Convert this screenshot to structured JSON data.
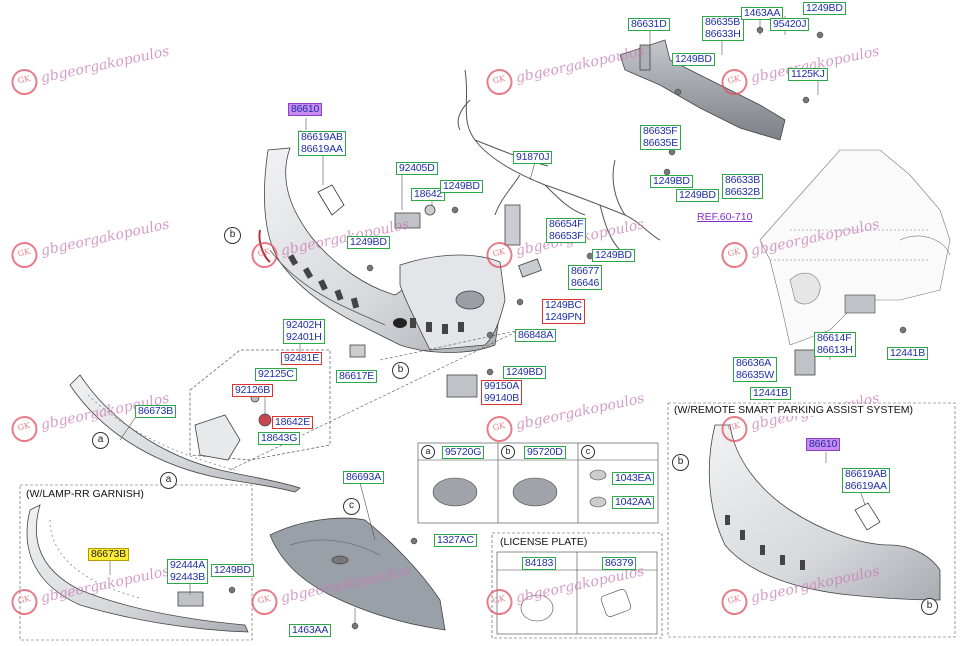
{
  "watermark": {
    "text": "gbgeorgakopoulos",
    "logo_letters": "GK"
  },
  "main_assembly": {
    "bumper_part": "86610",
    "cover_parts": [
      "86619AB",
      "86619AA"
    ],
    "wiring": "91870J",
    "bracket_upper": "86631D",
    "upper_parts": {
      "top_group": [
        "86635B",
        "86633H"
      ],
      "clip": "1463AA",
      "bolt_top": "1249BD",
      "bracket_j": "95420J",
      "bolt_a": "1249BD",
      "bolt_b": "1125KJ",
      "mid_group": [
        "86635F",
        "86635E"
      ],
      "bolt_c": "1249BD",
      "bolt_d": "1249BD",
      "side_group": [
        "86633B",
        "86632B"
      ]
    },
    "lamp_parts": {
      "lamp": "92405D",
      "bulb": "18642",
      "bolt": "1249BD"
    },
    "left_bolt": "1249BD",
    "bracket_group": [
      "86654F",
      "86653F"
    ],
    "bracket_bolt": "1249BD",
    "stay_group": [
      "86677",
      "86646"
    ],
    "clip_group": [
      "1249BC",
      "1249PN"
    ],
    "lower_bolt": "86848A",
    "reflector_group": [
      "92402H",
      "92401H"
    ],
    "reflector_sub": [
      "92481E",
      "92125C",
      "92126B",
      "18642E",
      "18643G"
    ],
    "stay_small": "86617E",
    "sensor_bolt": "1249BD",
    "sensor_bracket": [
      "99150A",
      "99140B"
    ],
    "lower_lip": "86673B",
    "ref_label": "REF.60-710",
    "side_group": [
      "86614F",
      "86613H"
    ],
    "side_bolt": "12441B",
    "garnish_group": [
      "86636A",
      "86635W"
    ],
    "garnish_bolt": "12441B",
    "under_cover": "86693A",
    "under_clip": "1327AC",
    "under_bolt": "1463AA"
  },
  "legend": {
    "a_label": "a",
    "a_part": "95720G",
    "b_label": "b",
    "b_part": "95720D",
    "c_label": "c",
    "c_parts": [
      "1043EA",
      "1042AA"
    ]
  },
  "lamp_garnish": {
    "title": "(W/LAMP-RR GARNISH)",
    "part": "86673B",
    "group": [
      "92444A",
      "92443B"
    ],
    "bolt": "1249BD"
  },
  "license_plate": {
    "title": "(LICENSE PLATE)",
    "left_part": "84183",
    "right_part": "86379"
  },
  "parking_assist": {
    "title": "(W/REMOTE SMART PARKING ASSIST SYSTEM)",
    "bumper_part": "86610",
    "cover_parts": [
      "86619AB",
      "86619AA"
    ],
    "circle_b_top": "b",
    "circle_b_bottom": "b"
  },
  "circles": {
    "b_main": "b",
    "b_lower": "b",
    "a_upper": "a",
    "a_lower": "a",
    "c_cover": "c"
  }
}
